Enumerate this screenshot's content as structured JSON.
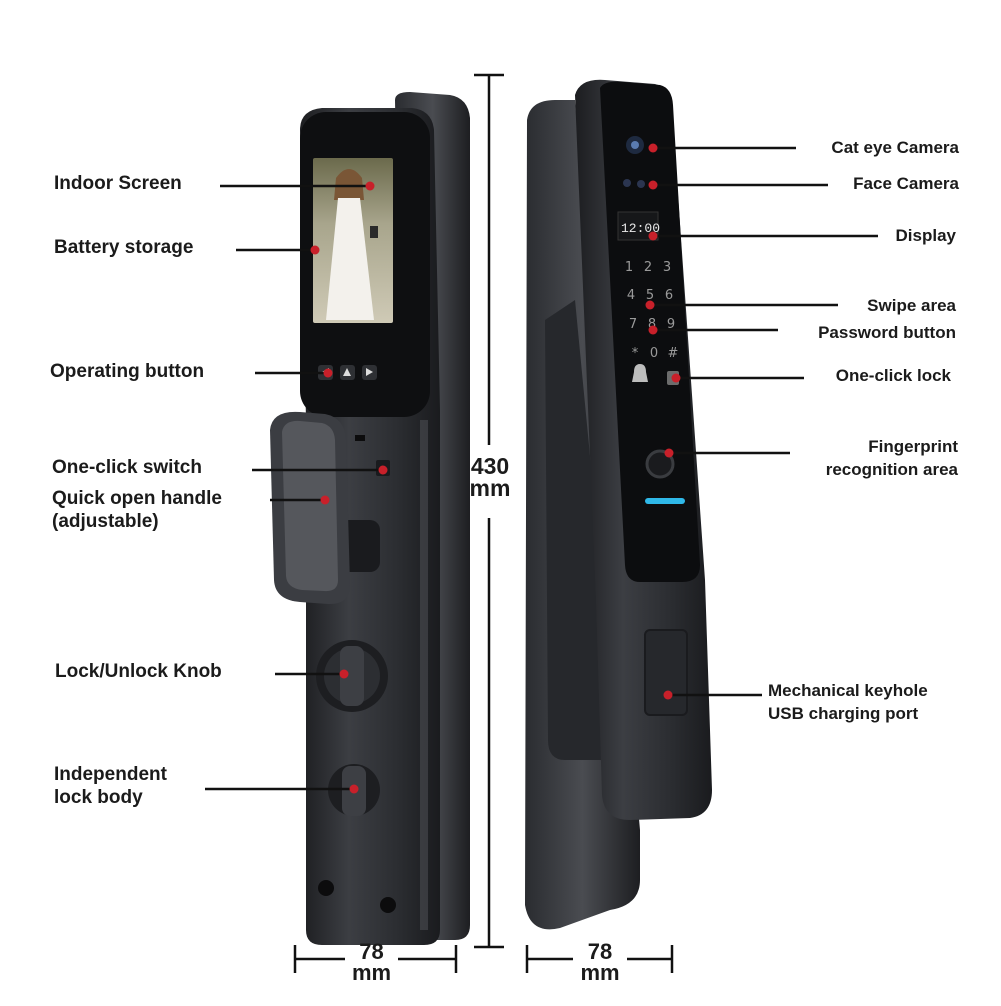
{
  "colors": {
    "body": "#2d2f33",
    "panel": "#0d0e10",
    "dot": "#c8202a",
    "line": "#111111",
    "accent": "#2fb8e8"
  },
  "labels_left": {
    "indoor_screen": "Indoor Screen",
    "battery_storage": "Battery storage",
    "operating_button": "Operating button",
    "one_click_switch": "One-click switch",
    "quick_open_handle_1": "Quick open handle",
    "quick_open_handle_2": "(adjustable)",
    "lock_unlock_knob": "Lock/Unlock Knob",
    "independent_1": "Independent",
    "independent_2": "lock body"
  },
  "labels_right": {
    "cat_eye_camera": "Cat eye Camera",
    "face_camera": "Face Camera",
    "display": "Display",
    "swipe_area": "Swipe area",
    "password_button": "Password button",
    "one_click_lock": "One-click lock",
    "fingerprint_1": "Fingerprint",
    "fingerprint_2": "recognition area",
    "keyhole_1": "Mechanical keyhole",
    "keyhole_2": "USB charging port"
  },
  "dimensions": {
    "height_value": "430",
    "height_unit": "mm",
    "width_left_value": "78",
    "width_left_unit": "mm",
    "width_right_value": "78",
    "width_right_unit": "mm"
  },
  "display_time": "12:00",
  "keypad": [
    "1",
    "2",
    "3",
    "4",
    "5",
    "6",
    "7",
    "8",
    "9",
    "*",
    "0",
    "#"
  ]
}
